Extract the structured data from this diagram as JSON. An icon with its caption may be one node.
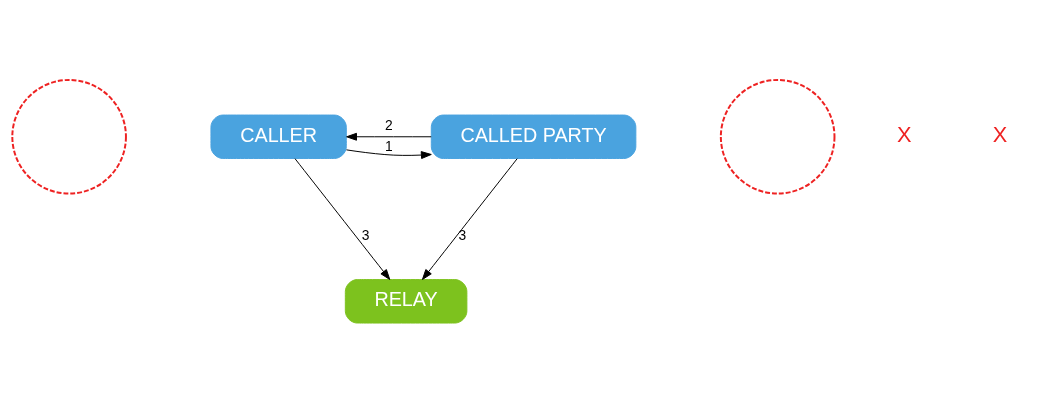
{
  "diagram": {
    "nodes": [
      {
        "text": [
          "RELAY"
        ]
      },
      {
        "text": [],
        "shape": "circle"
      },
      {
        "text": [
          "CALLER"
        ]
      },
      {
        "text": [
          "CALLED PARTY"
        ]
      },
      {
        "text": [],
        "shape": "circle"
      }
    ],
    "edges": [
      {
        "from": 2,
        "to": 0,
        "arrow": "to",
        "label": "3"
      },
      {
        "from": 3,
        "to": 0,
        "arrow": "to",
        "label": "3"
      },
      {
        "from": 3,
        "to": 2,
        "arrow": "to",
        "label": "2"
      },
      {
        "from": 2,
        "to": 3,
        "arrow": "to",
        "label": "1"
      }
    ],
    "labels": [
      "X",
      "X"
    ]
  }
}
